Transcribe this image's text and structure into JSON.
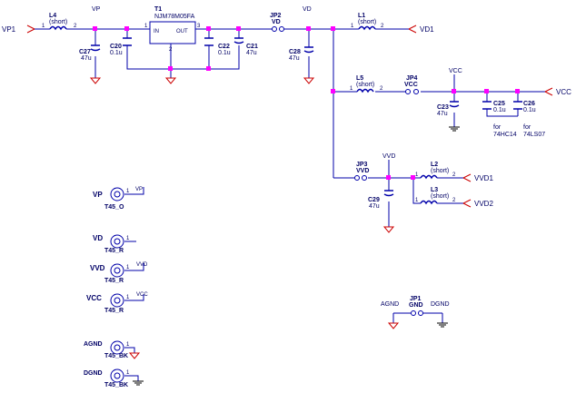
{
  "colors": {
    "wire": "#0000aa",
    "port": "#cc0000",
    "junction": "#ff00ff",
    "component": "#0000aa",
    "text": "#000066"
  },
  "ports": {
    "vp1": "VP1",
    "vd1_top": "VD1",
    "vcc": "VCC",
    "vvd1": "VVD1",
    "vvd2": "VVD2"
  },
  "nets": {
    "vp": "VP",
    "vd": "VD",
    "vcc": "VCC",
    "vvd": "VVD",
    "agnd": "AGND",
    "dgnd": "DGND"
  },
  "inductors": [
    {
      "ref": "L4",
      "value": "(short)"
    },
    {
      "ref": "L1",
      "value": "(short)"
    },
    {
      "ref": "L5",
      "value": "(short)"
    },
    {
      "ref": "L2",
      "value": "(short)"
    },
    {
      "ref": "L3",
      "value": "(short)"
    }
  ],
  "regulator": {
    "ref": "T1",
    "part": "NJM78M05FA",
    "in": "IN",
    "out": "OUT"
  },
  "capacitors": [
    {
      "ref": "C27",
      "value": "47u"
    },
    {
      "ref": "C20",
      "value": "0.1u"
    },
    {
      "ref": "C22",
      "value": "0.1u"
    },
    {
      "ref": "C21",
      "value": "47u"
    },
    {
      "ref": "C28",
      "value": "47u"
    },
    {
      "ref": "C23",
      "value": "47u"
    },
    {
      "ref": "C25",
      "value": "0.1u",
      "note": "for",
      "note2": "74HC14"
    },
    {
      "ref": "C26",
      "value": "0.1u",
      "note": "for",
      "note2": "74LS07"
    },
    {
      "ref": "C29",
      "value": "47u"
    }
  ],
  "jumpers": [
    {
      "ref": "JP2",
      "net": "VD"
    },
    {
      "ref": "JP4",
      "net": "VCC"
    },
    {
      "ref": "JP3",
      "net": "VVD"
    },
    {
      "ref": "JP1",
      "net": "GND"
    }
  ],
  "terminals": [
    {
      "net": "VP",
      "ref": "T45_O",
      "label": "VP"
    },
    {
      "net": "VD",
      "ref": "T45_R",
      "label": ""
    },
    {
      "net": "VVD",
      "ref": "T45_R",
      "label": "VVD"
    },
    {
      "net": "VCC",
      "ref": "T45_R",
      "label": "VCC"
    },
    {
      "net": "AGND",
      "ref": "T45_BK",
      "label": ""
    },
    {
      "net": "DGND",
      "ref": "T45_BK",
      "label": ""
    }
  ],
  "pins": {
    "p1": "1",
    "p2": "2",
    "p3": "3"
  }
}
